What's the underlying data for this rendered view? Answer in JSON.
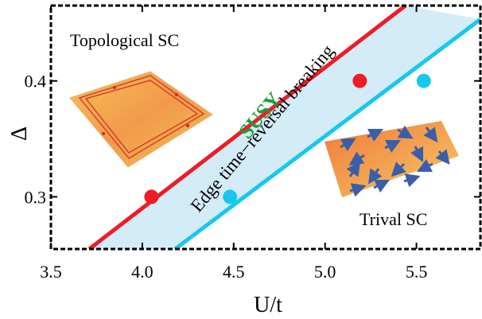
{
  "chart_data": {
    "type": "line",
    "xlabel": "U/t",
    "ylabel": "Δ",
    "xlim": [
      3.5,
      5.85
    ],
    "ylim": [
      0.255,
      0.465
    ],
    "x_ticks": [
      "3.5",
      "4.0",
      "4.5",
      "5.0",
      "5.5"
    ],
    "y_ticks": [
      "0.3",
      "0.4"
    ],
    "x_tick_values": [
      3.5,
      4.0,
      4.5,
      5.0,
      5.5
    ],
    "y_tick_values": [
      0.3,
      0.4
    ],
    "grid": false,
    "series": [
      {
        "line": [
          [
            3.71,
            0.255
          ],
          [
            5.44,
            0.465
          ]
        ],
        "markers": [
          [
            4.05,
            0.3
          ],
          [
            5.19,
            0.4
          ]
        ],
        "color": "#ee1c25"
      },
      {
        "line": [
          [
            4.18,
            0.255
          ],
          [
            5.85,
            0.4532
          ]
        ],
        "markers": [
          [
            4.48,
            0.3
          ],
          [
            5.54,
            0.4
          ]
        ],
        "color": "#17c8ee"
      }
    ],
    "band_fill": "#d4ebf8",
    "annotations": {
      "topological": "Topological SC",
      "trivial": "Trival SC",
      "susy": "SUSY",
      "band": "Edge time−reversal breaking"
    }
  }
}
